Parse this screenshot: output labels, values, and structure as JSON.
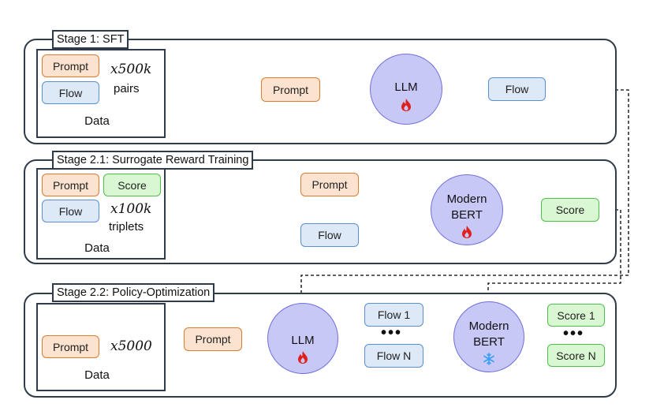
{
  "stages": [
    {
      "title": "Stage 1: SFT",
      "data_items": [
        "Prompt",
        "Flow"
      ],
      "count": "x500k",
      "unit": "pairs",
      "data_caption": "Data",
      "flow": {
        "input": "Prompt",
        "model": "LLM",
        "model_state": "flame-icon",
        "output": "Flow"
      }
    },
    {
      "title": "Stage 2.1: Surrogate Reward Training",
      "data_items": [
        "Prompt",
        "Score",
        "Flow"
      ],
      "count": "x100k",
      "unit": "triplets",
      "data_caption": "Data",
      "flow": {
        "inputs": [
          "Prompt",
          "Flow"
        ],
        "model": [
          "Modern",
          "BERT"
        ],
        "model_state": "flame-icon",
        "output": "Score"
      }
    },
    {
      "title": "Stage 2.2: Policy-Optimization",
      "data_items": [
        "Prompt"
      ],
      "count": "x5000",
      "data_caption": "Data",
      "flow": {
        "input": "Prompt",
        "policy": "LLM",
        "policy_state": "flame-icon",
        "samples": [
          "Flow 1",
          "Flow N"
        ],
        "reward_model": [
          "Modern",
          "BERT"
        ],
        "reward_state": "snowflake-icon",
        "scores": [
          "Score 1",
          "Score N"
        ],
        "ellipsis": "•••"
      }
    }
  ],
  "colors": {
    "prompt": "#fce3cf",
    "flow": "#dde9f7",
    "score": "#d9f7d2",
    "model": "#c8c8f7",
    "flame": "#e0201c",
    "snowflake": "#3a9ff0"
  }
}
